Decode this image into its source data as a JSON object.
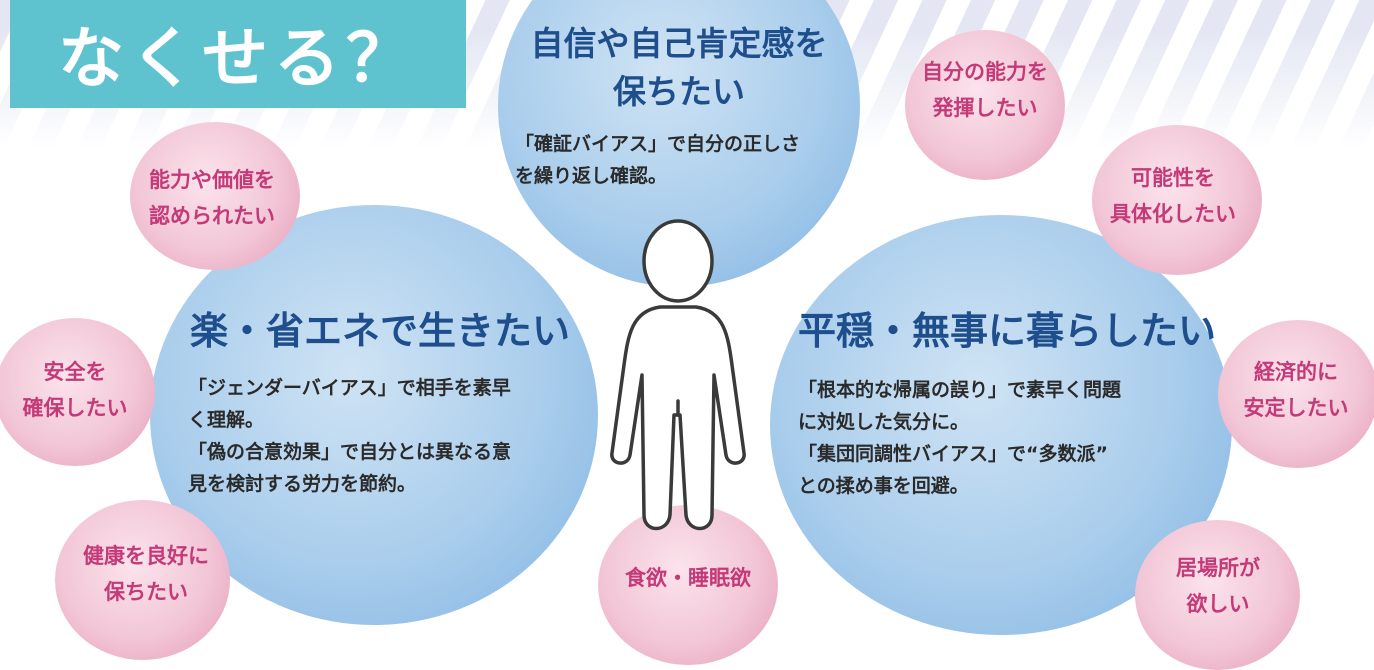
{
  "title": "なくせる？",
  "colors": {
    "title_bg": "#5ec3cf",
    "heading": "#1f4e8c",
    "need_text": "#c43a78",
    "blue_bubble": "#a9cdec",
    "pink_bubble": "#f2c6d6"
  },
  "top_center": {
    "heading_line1": "自信や自己肯定感を",
    "heading_line2": "保ちたい",
    "body_line1": "「確証バイアス」で自分の正しさ",
    "body_line2": "を繰り返し確認。"
  },
  "left_center": {
    "heading": "楽・省エネで生きたい",
    "body_line1": "「ジェンダーバイアス」で相手を素早",
    "body_line2": "く理解。",
    "body_line3": "「偽の合意効果」で自分とは異なる意",
    "body_line4": "見を検討する労力を節約。"
  },
  "right_center": {
    "heading": "平穏・無事に暮らしたい",
    "body_line1": "「根本的な帰属の誤り」で素早く問題",
    "body_line2": "に対処した気分に。",
    "body_line3": "「集団同調性バイアス」で“多数派”",
    "body_line4": "との揉め事を回避。"
  },
  "needs": {
    "ability_value": [
      "能力や価値を",
      "認められたい"
    ],
    "safety": [
      "安全を",
      "確保したい"
    ],
    "health": [
      "健康を良好に",
      "保ちたい"
    ],
    "food_sleep": [
      "食欲・睡眠欲"
    ],
    "use_ability": [
      "自分の能力を",
      "発揮したい"
    ],
    "possibility": [
      "可能性を",
      "具体化したい"
    ],
    "economy": [
      "経済的に",
      "安定したい"
    ],
    "belonging": [
      "居場所が",
      "欲しい"
    ]
  }
}
